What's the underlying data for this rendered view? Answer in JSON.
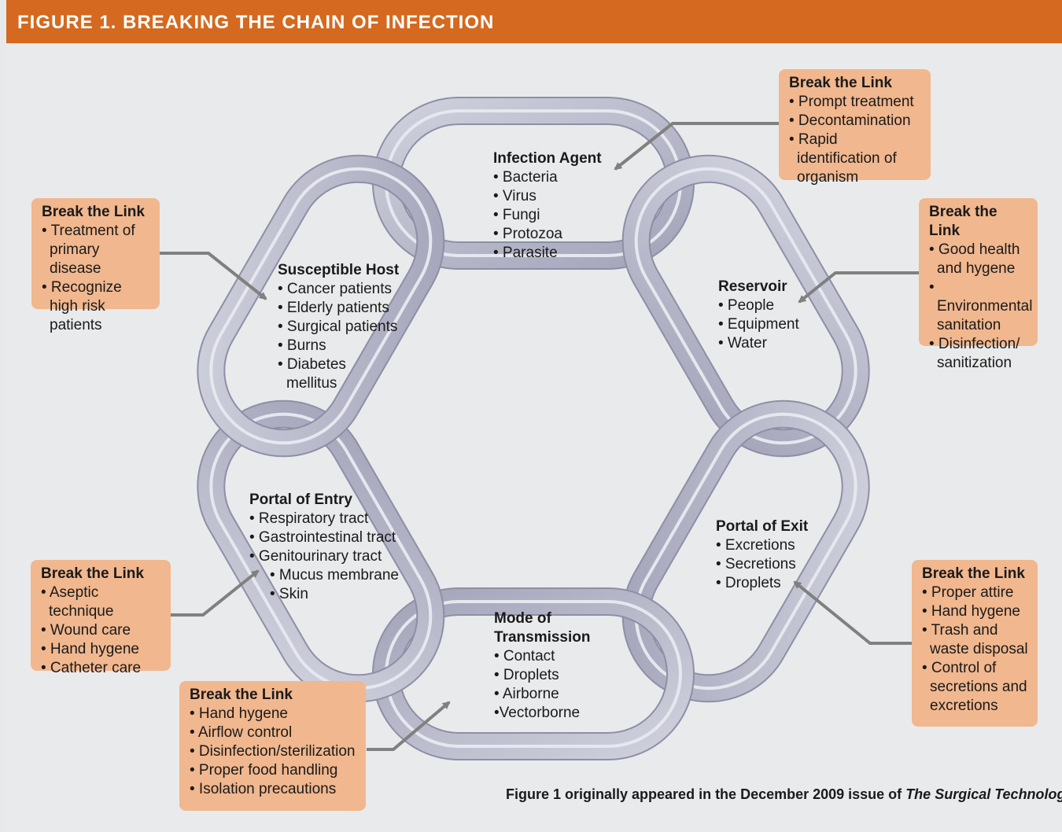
{
  "header": {
    "title": "FIGURE 1.  BREAKING THE CHAIN OF INFECTION"
  },
  "colors": {
    "header": "#d4691f",
    "box": "#f1b78e",
    "link": "#b4b5c8",
    "arrow": "#808080"
  },
  "links": {
    "infection_agent": {
      "title": "Infection Agent",
      "items": [
        "• Bacteria",
        "• Virus",
        "• Fungi",
        "• Protozoa",
        "• Parasite"
      ]
    },
    "reservoir": {
      "title": "Reservoir",
      "items": [
        "• People",
        "• Equipment",
        "• Water"
      ]
    },
    "portal_of_exit": {
      "title": "Portal of Exit",
      "items": [
        "• Excretions",
        "• Secretions",
        "• Droplets"
      ]
    },
    "mode_of_transmission": {
      "title_1": "Mode of",
      "title_2": "Transmission",
      "items": [
        "• Contact",
        "• Droplets",
        "• Airborne",
        "•Vectorborne"
      ]
    },
    "portal_of_entry": {
      "title": "Portal of Entry",
      "items": [
        "• Respiratory tract",
        "• Gastrointestinal tract",
        "• Genitourinary tract"
      ],
      "subitems": [
        "• Mucus membrane",
        "• Skin"
      ]
    },
    "susceptible_host": {
      "title": "Susceptible Host",
      "items": [
        "• Cancer patients",
        "• Elderly patients",
        "• Surgical patients",
        "• Burns",
        "• Diabetes",
        "mellitus"
      ]
    }
  },
  "break_boxes": {
    "agent": {
      "title": "Break the Link",
      "items": [
        "• Prompt treatment",
        "• Decontamination",
        "• Rapid identification of organism"
      ]
    },
    "reservoir": {
      "title": "Break the Link",
      "items": [
        "• Good health and hygene",
        "• Environmental sanitation",
        "• Disinfection/ sanitization"
      ]
    },
    "exit": {
      "title": "Break the Link",
      "items": [
        "• Proper attire",
        "• Hand hygene",
        "• Trash and waste disposal",
        "• Control of secretions and excretions"
      ]
    },
    "transmission": {
      "title": "Break the Link",
      "items": [
        "• Hand hygene",
        "• Airflow control",
        "• Disinfection/sterilization",
        "• Proper food handling",
        "• Isolation precautions"
      ]
    },
    "entry": {
      "title": "Break the Link",
      "items": [
        "• Aseptic technique",
        "• Wound care",
        "• Hand hygene",
        "• Catheter care"
      ]
    },
    "host": {
      "title": "Break the Link",
      "items": [
        "• Treatment of primary disease",
        "• Recognize high risk patients"
      ]
    }
  },
  "credit": {
    "text": "Figure 1 originally appeared in the December 2009 issue of ",
    "publication": "The Surgical Technologist"
  }
}
